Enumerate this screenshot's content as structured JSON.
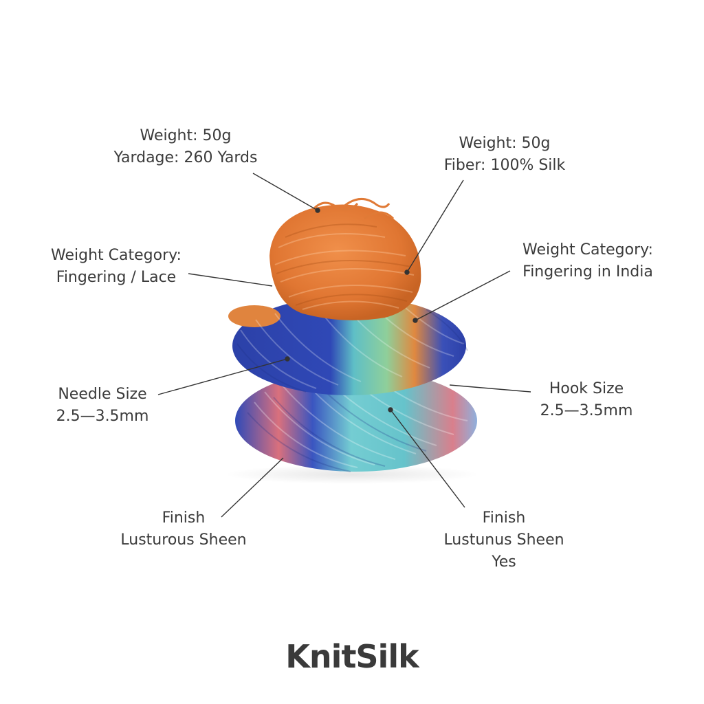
{
  "callouts": {
    "top_left": {
      "line1": "Weight: 50g",
      "line2": "Yardage: 260 Yards"
    },
    "top_right": {
      "line1": "Weight: 50g",
      "line2": "Fiber: 100% Silk"
    },
    "mid_left": {
      "line1": "Weight Category:",
      "line2": "Fingering / Lace"
    },
    "mid_right": {
      "line1": "Weight Category:",
      "line2": "Fingering in India"
    },
    "needle": {
      "line1": "Needle Size",
      "line2": "2.5—3.5mm"
    },
    "hook": {
      "line1": "Hook Size",
      "line2": "2.5—3.5mm"
    },
    "finish_left": {
      "line1": "Finish",
      "line2": "Lusturous Sheen"
    },
    "finish_right": {
      "line1": "Finish",
      "line2": "Lustunus Sheen",
      "line3": "Yes"
    }
  },
  "brand": {
    "name": "KnitSilk"
  },
  "colors": {
    "orange": "#e07a36",
    "blue": "#2f46b0",
    "teal": "#6cc7cc",
    "pink": "#d9707d",
    "text": "#3b3b3b",
    "leader": "#333333"
  }
}
